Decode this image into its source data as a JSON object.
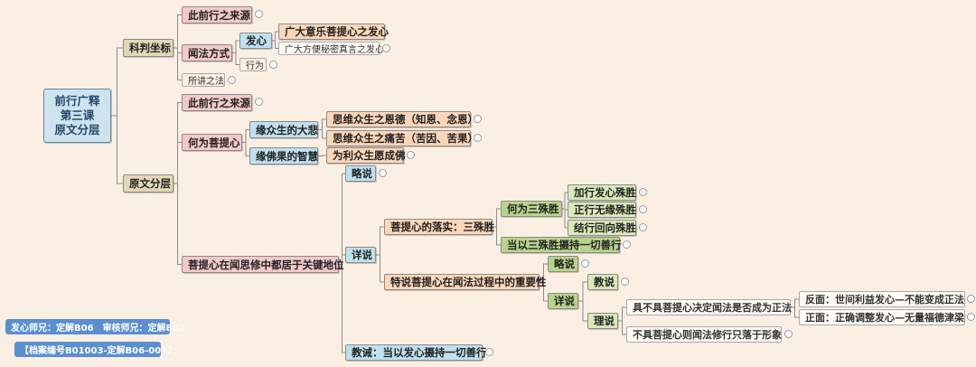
{
  "root": {
    "lines": [
      "前行广释",
      "第三课",
      "原文分层"
    ]
  },
  "footer": {
    "credit": "发心师兄：定解B06　审核师兄：定解B01",
    "archive": "【档案编号B01003-定解B06-001】"
  },
  "nodes": {
    "keshi": "科判坐标",
    "yuanwen": "原文分层",
    "laiyuan1": "此前行之来源",
    "wenfa": "闻法方式",
    "faxin": "发心",
    "guangda": "广大意乐菩提心之发心",
    "fangbian": "广大方便秘密真言之发心",
    "xingwei": "行为",
    "suojiang": "所讲之法",
    "laiyuan2": "此前行之来源",
    "hewei": "何为菩提心",
    "yuanzhong": "缘众生的大悲",
    "siwei_en": "思维众生之恩德（知恩、念恩）",
    "siwei_ku": "思维众生之痛苦（苦因、苦果）",
    "yuanfo": "缘佛果的智慧",
    "weili": "为利众生愿成佛",
    "guanjian": "菩提心在闻思修中都居于关键地位",
    "lueshuo": "略说",
    "xiangshuo": "详说",
    "jiaojie": "教诫：当以发心摄持一切善行",
    "luoshi": "菩提心的落实：三殊胜",
    "heweisan": "何为三殊胜",
    "jiaxing": "加行发心殊胜",
    "zhengxing": "正行无缘殊胜",
    "jiexing": "结行回向殊胜",
    "dangyi": "当以三殊胜摄持一切善行",
    "teshuo": "特说菩提心在闻法过程中的重要性",
    "lue2": "略说",
    "xiang2": "详说",
    "jiaoshuo": "教说",
    "lishuo": "理说",
    "jubuju": "具不具菩提心决定闻法是否成为正法",
    "fanmian": "反面：世间利益发心—不能变成正法",
    "zhengmian": "正面：正确调整发心—无量福德津梁",
    "bujubei": "不具菩提心则闻法修行只落于形象"
  }
}
